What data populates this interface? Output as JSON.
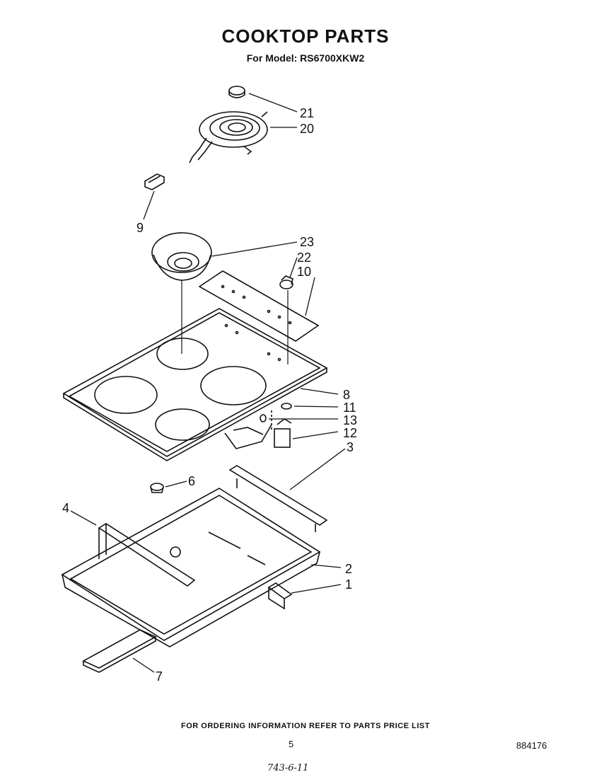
{
  "header": {
    "title": "COOKTOP PARTS",
    "subtitle": "For Model: RS6700XKW2"
  },
  "callouts": [
    "21",
    "20",
    "9",
    "23",
    "22",
    "10",
    "8",
    "11",
    "13",
    "12",
    "3",
    "6",
    "4",
    "2",
    "1",
    "7"
  ],
  "footer": {
    "note": "FOR ORDERING INFORMATION REFER TO PARTS PRICE LIST",
    "page": "5",
    "doc_number": "884176",
    "handwritten": "743-6-11"
  }
}
